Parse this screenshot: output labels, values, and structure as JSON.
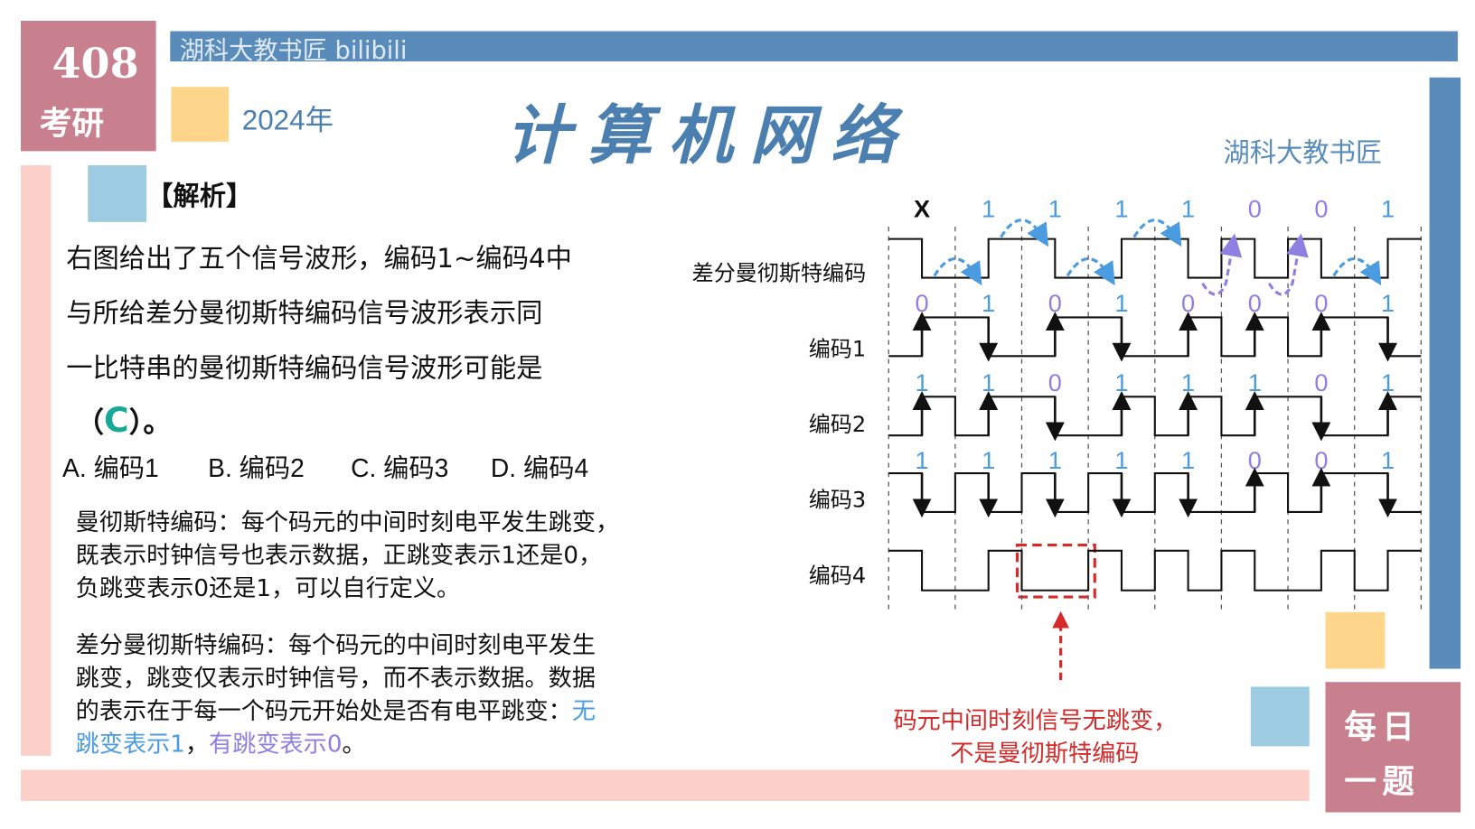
{
  "watermark": "湖科大教书匠 bilibili",
  "badge": {
    "top": "408",
    "bottom": "考研"
  },
  "year": "2024年",
  "title": "计算机网络",
  "author": "湖科大教书匠",
  "analysis_heading": "【解析】",
  "question": {
    "lines": [
      "右图给出了五个信号波形，编码1~编码4中",
      "与所给差分曼彻斯特编码信号波形表示同",
      "一比特串的曼彻斯特编码信号波形可能是"
    ],
    "answer_open": "（",
    "answer": "C",
    "answer_close": "）。",
    "options": [
      "A. 编码1",
      "B. 编码2",
      "C. 编码3",
      "D. 编码4"
    ]
  },
  "manchester_note": [
    "曼彻斯特编码：每个码元的中间时刻电平发生跳变，",
    "既表示时钟信号也表示数据，正跳变表示1还是0，",
    "负跳变表示0还是1，可以自行定义。"
  ],
  "diff_note": {
    "lines": [
      "差分曼彻斯特编码：每个码元的中间时刻电平发生",
      "跳变，跳变仅表示时钟信号，而不表示数据。数据",
      "的表示在于每一个码元开始处是否有电平跳变："
    ],
    "tail_blue1": "无",
    "blue2": "跳变表示1",
    "sep": "，",
    "purple": "有跳变表示0",
    "end": "。"
  },
  "diagram": {
    "rows": [
      {
        "label": "差分曼彻斯特编码",
        "bits": [
          "X",
          "1",
          "1",
          "1",
          "1",
          "0",
          "0",
          "1"
        ],
        "levels": [
          1,
          0,
          0,
          1,
          1,
          0,
          0,
          1,
          1,
          0,
          1,
          0,
          1,
          0,
          0,
          1
        ]
      },
      {
        "label": "编码1",
        "bits": [
          "0",
          "1",
          "0",
          "1",
          "0",
          "0",
          "0",
          "1"
        ],
        "levels": [
          0,
          1,
          1,
          0,
          0,
          1,
          1,
          0,
          0,
          1,
          0,
          1,
          0,
          1,
          1,
          0
        ]
      },
      {
        "label": "编码2",
        "bits": [
          "1",
          "1",
          "0",
          "1",
          "1",
          "1",
          "0",
          "1"
        ],
        "levels": [
          0,
          1,
          0,
          1,
          1,
          0,
          0,
          1,
          0,
          1,
          0,
          1,
          1,
          0,
          0,
          1
        ]
      },
      {
        "label": "编码3",
        "bits": [
          "1",
          "1",
          "1",
          "1",
          "1",
          "0",
          "0",
          "1"
        ],
        "levels": [
          1,
          0,
          1,
          0,
          1,
          0,
          1,
          0,
          1,
          0,
          0,
          1,
          0,
          1,
          1,
          0
        ]
      },
      {
        "label": "编码4",
        "bits": [],
        "levels": [
          1,
          0,
          0,
          1,
          0,
          0,
          1,
          0,
          1,
          0,
          1,
          0,
          0,
          1,
          0,
          1
        ]
      }
    ],
    "note_lines": [
      "码元中间时刻信号无跳变，",
      "不是曼彻斯特编码"
    ]
  },
  "daily": {
    "line1": "每日",
    "line2": "一题"
  },
  "colors": {
    "blue": "#5a8cbb",
    "pink": "#c8808e",
    "yellow": "#fdd68c",
    "lightblue": "#9ccbe2",
    "bit1": "#4a9be0",
    "bit0": "#8e80e0",
    "red": "#d42a2a",
    "teal": "#18a898"
  }
}
